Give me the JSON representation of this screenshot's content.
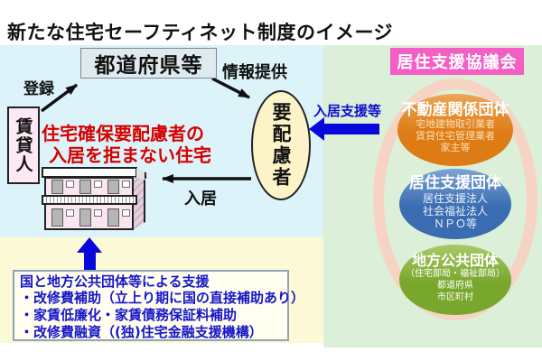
{
  "title": "新たな住宅セーフティネット制度のイメージ",
  "prefecture_box": {
    "label": "都道府県等"
  },
  "landlord_box": {
    "label": "賃貸人"
  },
  "tenant_ellipse": {
    "label": "要配慮者"
  },
  "labels": {
    "register": "登録",
    "info": "情報提供",
    "support": "入居支援等",
    "move_in": "入居"
  },
  "red_note": {
    "line1": "住宅確保要配慮者の",
    "line2": "入居を拒まない住宅"
  },
  "council": {
    "header": "居住支援協議会",
    "groups": [
      {
        "name": "不動産関係団体",
        "members": [
          "宅地建物取引業者",
          "賃貸住宅管理業者",
          "家主等"
        ]
      },
      {
        "name": "居住支援団体",
        "members": [
          "居住支援法人",
          "社会福祉法人",
          "ＮＰＯ等"
        ]
      },
      {
        "name": "地方公共団体",
        "members": [
          "（住宅部局・福祉部局）",
          "都道府県",
          "市区町村"
        ]
      }
    ]
  },
  "support_box": {
    "title": "国と地方公共団体等による支援",
    "items": [
      "・改修費補助（立上り期に国の直接補助あり）",
      "・家賃低廉化・家賃債務保証料補助",
      "・改修費融資（(独)住宅金融支援機構）"
    ]
  },
  "colors": {
    "background_left": "#dcf3f9",
    "background_right": "#dcefd8",
    "background_bottom": "#fcfad6",
    "council_header_bg": "#f35fc4",
    "council_ring": "#f6d3c2",
    "real_estate_group": "#dd7b15",
    "support_group": "#3a6cb2",
    "local_gov_group": "#79a62c",
    "arrow_blue": "#0808dc",
    "note_red": "#d60000",
    "support_text_blue": "#1616c8"
  }
}
